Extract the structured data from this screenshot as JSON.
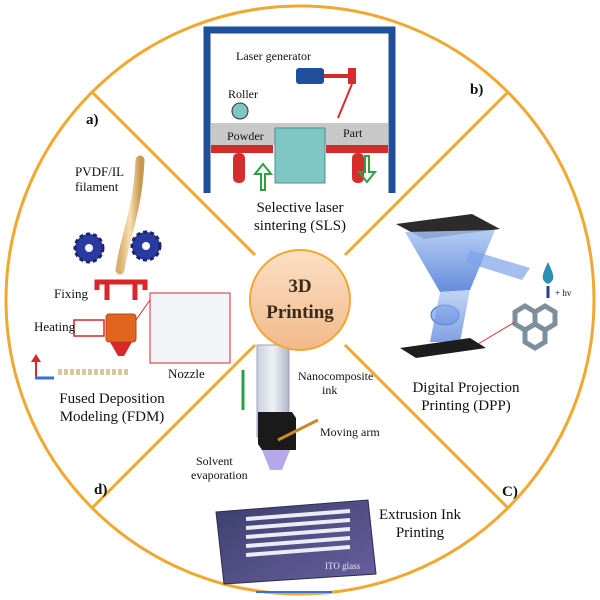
{
  "center": {
    "line1": "3D",
    "line2": "Printing"
  },
  "quadrants": {
    "a": {
      "tag": "a)",
      "title_line1": "Fused Deposition",
      "title_line2": "Modeling (FDM)"
    },
    "b": {
      "tag": "b)",
      "title_line1": "Selective laser",
      "title_line2": "sintering (SLS)"
    },
    "c": {
      "tag": "C)",
      "title_line1": "Digital Projection",
      "title_line2": "Printing (DPP)"
    },
    "d": {
      "tag": "d)",
      "title_line1": "Extrusion Ink",
      "title_line2": "Printing"
    }
  },
  "sls_labels": {
    "laser_generator": "Laser generator",
    "roller": "Roller",
    "powder": "Powder",
    "part": "Part"
  },
  "fdm_labels": {
    "filament_line1": "PVDF/IL",
    "filament_line2": "filament",
    "fixing": "Fixing",
    "heating": "Heating",
    "nozzle": "Nozzle"
  },
  "dpp_labels": {
    "hv": "+ hv"
  },
  "ink_labels": {
    "ink_line1": "Nanocomposite",
    "ink_line2": "ink",
    "moving_arm": "Moving arm",
    "solvent_line1": "Solvent",
    "solvent_line2": "evaporation",
    "ito_glass": "ITO glass"
  },
  "colors": {
    "ring": "#f0a830",
    "center_fill": "#f6c9a0",
    "center_text": "#3a2a1a",
    "frame_blue": "#1f4e9a",
    "sls_powder": "#c8c8c8",
    "sls_red": "#d62c2c",
    "sls_part": "#7fc7c5",
    "arrow_green": "#2ea043",
    "dpp_blue": "#3b6fd6",
    "fdm_red": "#d8262a",
    "ink_purple": "#5b4d8a"
  }
}
